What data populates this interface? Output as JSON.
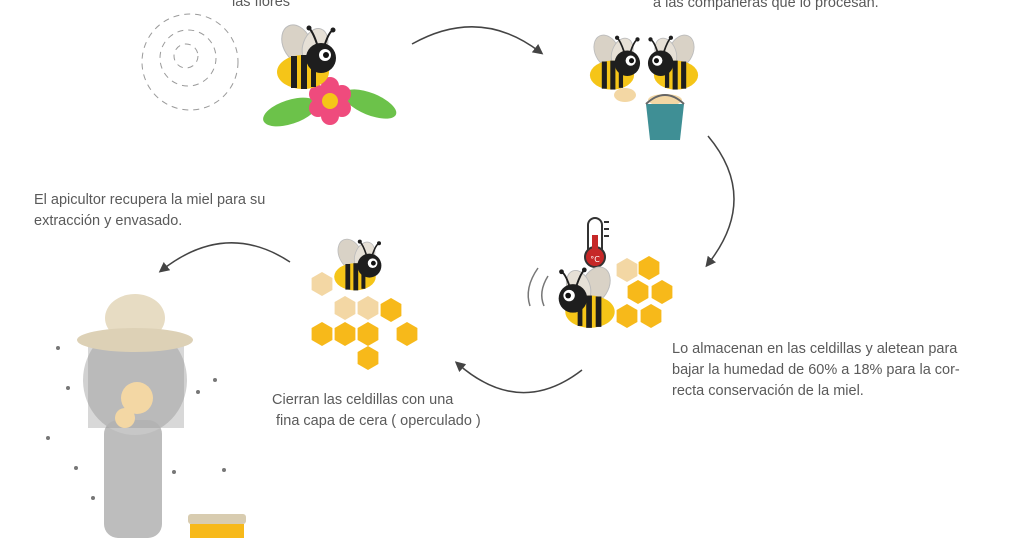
{
  "captions": {
    "flowers": "las flores",
    "companions": "a las compañeras que lo procesan.",
    "beekeeper_line1": "El apicultor recupera la miel para su",
    "beekeeper_line2": "extracción y envasado.",
    "store_line1": "Lo almacenan en las celdillas y  aletean para",
    "store_line2": "bajar la humedad de 60% a 18% para la cor-",
    "store_line3": "recta conservación de la miel.",
    "seal_line1": "Cierran las celdillas con una",
    "seal_line2": " fina capa de cera ( operculado )"
  },
  "thermometer_unit": "°C",
  "colors": {
    "text": "#5a5a5a",
    "honey": "#f7b91a",
    "honey_light": "#f3d7a4",
    "bee_yellow": "#f5c518",
    "bee_black": "#1e1e1e",
    "wing": "#d9d2c6",
    "leaf": "#6cc24a",
    "flower_pink": "#ef4b7d",
    "bucket": "#3f8f95",
    "arrow": "#444444",
    "suit": "#bdbdbd"
  },
  "icons": [
    "bee-icon",
    "flower-icon",
    "bucket-icon",
    "thermometer-icon",
    "honeycomb-icon",
    "beekeeper-icon",
    "honey-jar-icon"
  ]
}
